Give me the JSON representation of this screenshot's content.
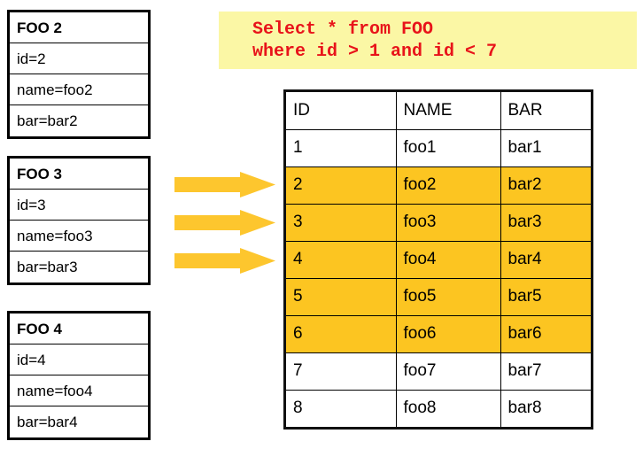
{
  "records": [
    {
      "title": "FOO 2",
      "fields": [
        "id=2",
        "name=foo2",
        "bar=bar2"
      ]
    },
    {
      "title": "FOO 3",
      "fields": [
        "id=3",
        "name=foo3",
        "bar=bar3"
      ]
    },
    {
      "title": "FOO 4",
      "fields": [
        "id=4",
        "name=foo4",
        "bar=bar4"
      ]
    }
  ],
  "arrows": [
    {
      "icon": "right-arrow-icon"
    },
    {
      "icon": "right-arrow-icon"
    },
    {
      "icon": "right-arrow-icon"
    }
  ],
  "sql": {
    "line1": "Select * from FOO",
    "line2": "where id > 1 and id < 7",
    "text_color": "#e8131a",
    "background_color": "#fbf7a5"
  },
  "results": {
    "columns": [
      "ID",
      "NAME",
      "BAR"
    ],
    "rows": [
      {
        "id": "1",
        "name": "foo1",
        "bar": "bar1",
        "highlighted": false
      },
      {
        "id": "2",
        "name": "foo2",
        "bar": "bar2",
        "highlighted": true
      },
      {
        "id": "3",
        "name": "foo3",
        "bar": "bar3",
        "highlighted": true
      },
      {
        "id": "4",
        "name": "foo4",
        "bar": "bar4",
        "highlighted": true
      },
      {
        "id": "5",
        "name": "foo5",
        "bar": "bar5",
        "highlighted": true
      },
      {
        "id": "6",
        "name": "foo6",
        "bar": "bar6",
        "highlighted": true
      },
      {
        "id": "7",
        "name": "foo7",
        "bar": "bar7",
        "highlighted": false
      },
      {
        "id": "8",
        "name": "foo8",
        "bar": "bar8",
        "highlighted": false
      }
    ],
    "highlight_color": "#fcc521"
  },
  "colors": {
    "arrow": "#fdc62e",
    "highlight": "#fcc521",
    "sql_background": "#fbf7a5",
    "sql_text": "#e8131a",
    "border": "#000000"
  }
}
